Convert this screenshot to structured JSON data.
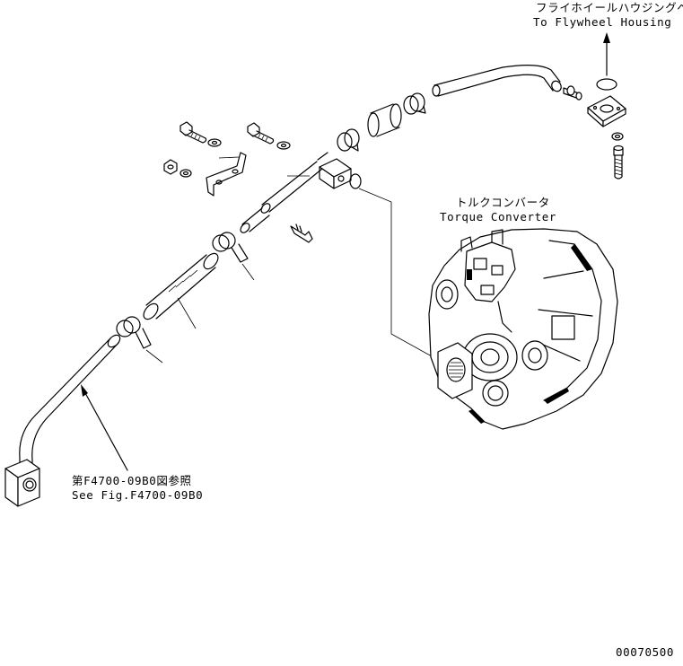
{
  "labels": {
    "flywheel_jp": "フライホイールハウジングへ",
    "flywheel_en": "To Flywheel Housing",
    "converter_jp": "トルクコンバータ",
    "converter_en": "Torque Converter",
    "see_fig_jp": "第F4700-09B0図参照",
    "see_fig_en": "See Fig.F4700-09B0"
  },
  "drawing_number": "00070500"
}
